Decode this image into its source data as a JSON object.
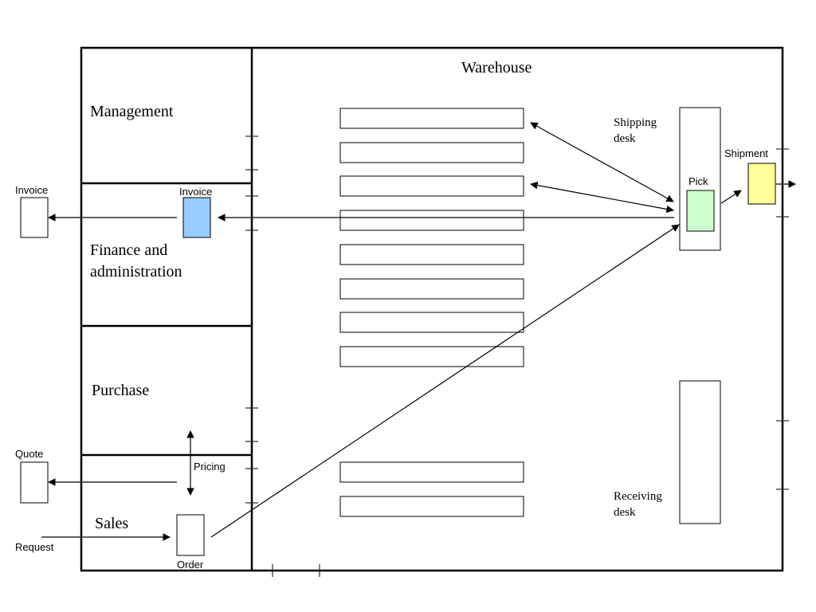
{
  "departments": {
    "management": "Management",
    "finance_line1": "Finance and",
    "finance_line2": "administration",
    "purchase": "Purchase",
    "sales": "Sales",
    "warehouse": "Warehouse"
  },
  "desks": {
    "shipping_line1": "Shipping",
    "shipping_line2": "desk",
    "receiving_line1": "Receiving",
    "receiving_line2": "desk"
  },
  "documents": {
    "invoice_external": "Invoice",
    "invoice_internal": "Invoice",
    "quote": "Quote",
    "request": "Request",
    "pricing": "Pricing",
    "order": "Order",
    "pick": "Pick",
    "shipment": "Shipment"
  },
  "colors": {
    "invoice_fill": "#99ccff",
    "pick_fill": "#ccffcc",
    "shipment_fill": "#ffff99"
  }
}
